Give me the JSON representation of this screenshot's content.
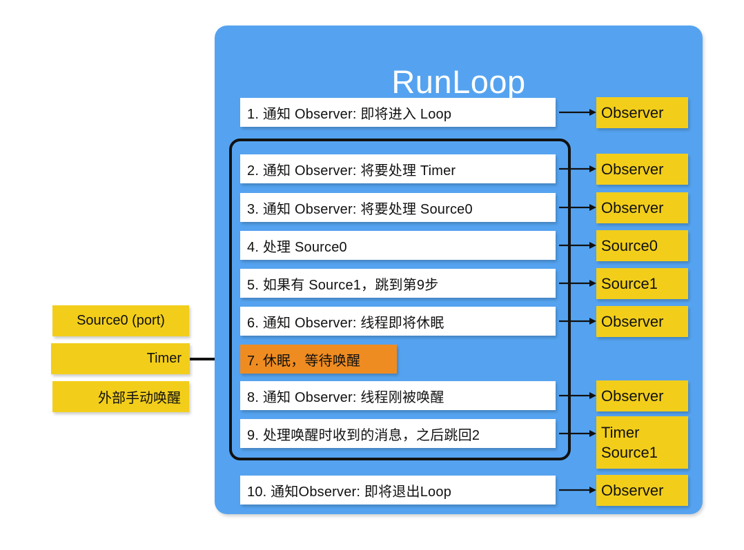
{
  "panel": {
    "title": "RunLoop",
    "bg_color": "#55A3F0"
  },
  "colors": {
    "panel_blue": "#55A3F0",
    "tag_yellow": "#F2CE1B",
    "sleep_orange": "#EF8C21",
    "step_white": "#FFFFFF",
    "outline_black": "#111111",
    "title_white": "#FFFFFF"
  },
  "steps": [
    {
      "index": "1",
      "label": "1. 通知 Observer: 即将进入 Loop",
      "state": "normal",
      "in_loop": false
    },
    {
      "index": "2",
      "label": "2. 通知 Observer: 将要处理 Timer",
      "state": "normal",
      "in_loop": true
    },
    {
      "index": "3",
      "label": "3. 通知 Observer: 将要处理 Source0",
      "state": "normal",
      "in_loop": true
    },
    {
      "index": "4",
      "label": "4. 处理 Source0",
      "state": "normal",
      "in_loop": true
    },
    {
      "index": "5",
      "label": "5. 如果有 Source1，跳到第9步",
      "state": "normal",
      "in_loop": true
    },
    {
      "index": "6",
      "label": "6. 通知 Observer: 线程即将休眠",
      "state": "normal",
      "in_loop": true
    },
    {
      "index": "7",
      "label": "7. 休眠，等待唤醒",
      "state": "sleep",
      "in_loop": true
    },
    {
      "index": "8",
      "label": "8. 通知 Observer: 线程刚被唤醒",
      "state": "normal",
      "in_loop": true
    },
    {
      "index": "9",
      "label": "9. 处理唤醒时收到的消息，之后跳回2",
      "state": "normal",
      "in_loop": true
    },
    {
      "index": "10",
      "label": "10. 通知Observer: 即将退出Loop",
      "state": "normal",
      "in_loop": false
    }
  ],
  "tags": [
    {
      "for_step": "1",
      "lines": [
        "Observer"
      ]
    },
    {
      "for_step": "2",
      "lines": [
        "Observer"
      ]
    },
    {
      "for_step": "3",
      "lines": [
        "Observer"
      ]
    },
    {
      "for_step": "4",
      "lines": [
        "Source0"
      ]
    },
    {
      "for_step": "5",
      "lines": [
        "Source1"
      ]
    },
    {
      "for_step": "6",
      "lines": [
        "Observer"
      ]
    },
    {
      "for_step": "8",
      "lines": [
        "Observer"
      ]
    },
    {
      "for_step": "9",
      "lines": [
        "Timer",
        "Source1"
      ]
    },
    {
      "for_step": "10",
      "lines": [
        "Observer"
      ]
    }
  ],
  "sources": [
    {
      "label": "Source0 (port)",
      "align": "center",
      "has_arrow": false
    },
    {
      "label": "Timer",
      "align": "right",
      "has_arrow": true
    },
    {
      "label": "外部手动唤醒",
      "align": "right",
      "has_arrow": false
    }
  ]
}
